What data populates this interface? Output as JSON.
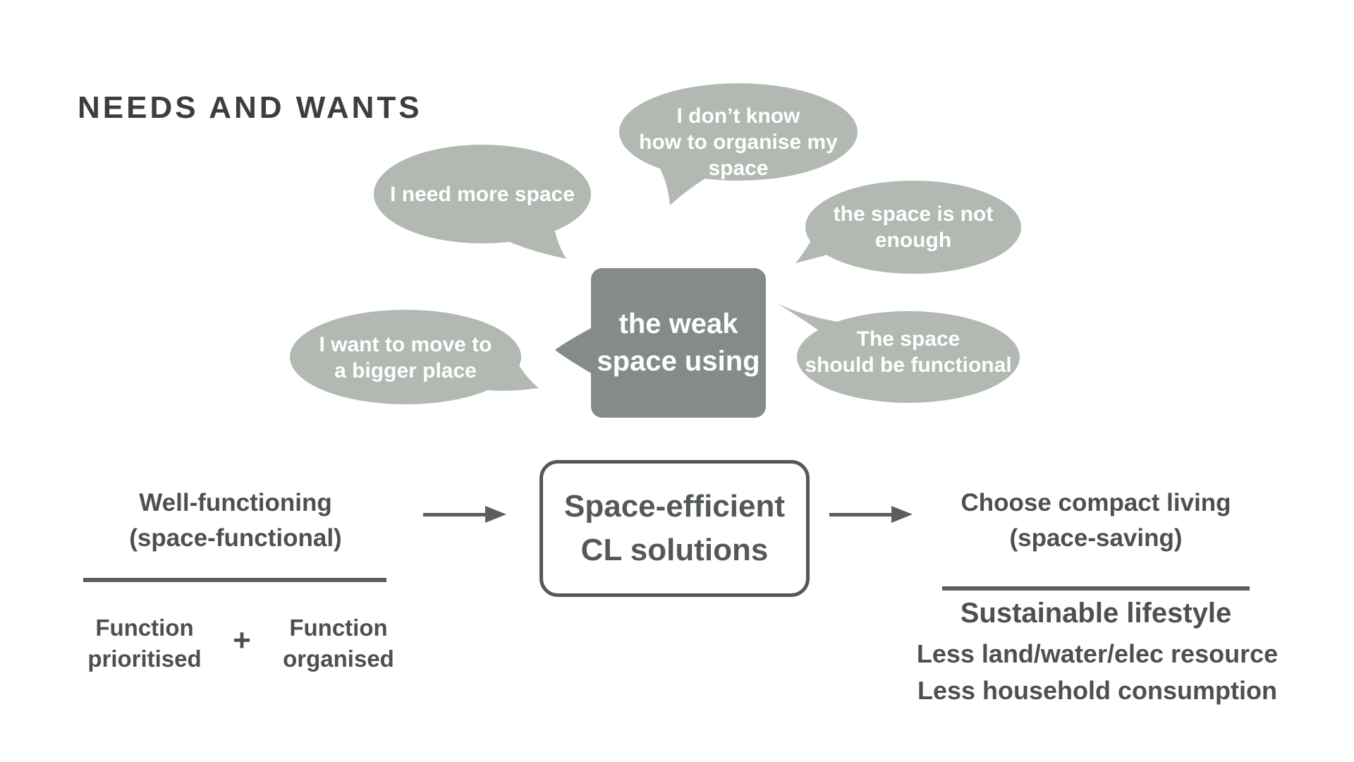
{
  "title": "NEEDS AND WANTS",
  "bubbles": [
    {
      "name": "need-more-space",
      "text": "I need more space"
    },
    {
      "name": "dont-know-how-to-organise",
      "text": "I don’t know\nhow to organise my\nspace"
    },
    {
      "name": "space-not-enough",
      "text": "the space is not\nenough"
    },
    {
      "name": "move-to-bigger-place",
      "text": "I want to move to\na bigger place"
    },
    {
      "name": "space-should-be-functional",
      "text": "The space\nshould be functional"
    }
  ],
  "center_box": {
    "text": "the weak\nspace using"
  },
  "flow": {
    "input": {
      "title": "Well-functioning\n(space-functional)",
      "component_a": "Function\nprioritised",
      "plus": "+",
      "component_b": "Function\norganised"
    },
    "solution": {
      "title": "Space-efficient\nCL solutions"
    },
    "outcome": {
      "title": "Choose compact living\n(space-saving)",
      "heading": "Sustainable lifestyle",
      "benefit_1": "Less land/water/elec resource",
      "benefit_2": "Less household consumption"
    }
  },
  "colors": {
    "bubble_fill": "#b2b8b2",
    "center_box_fill": "#848b88",
    "bubble_text": "#ffffff",
    "title_text": "#3f3d3a",
    "body_text": "#514f4c",
    "line_and_arrow": "#5a5f5e"
  }
}
